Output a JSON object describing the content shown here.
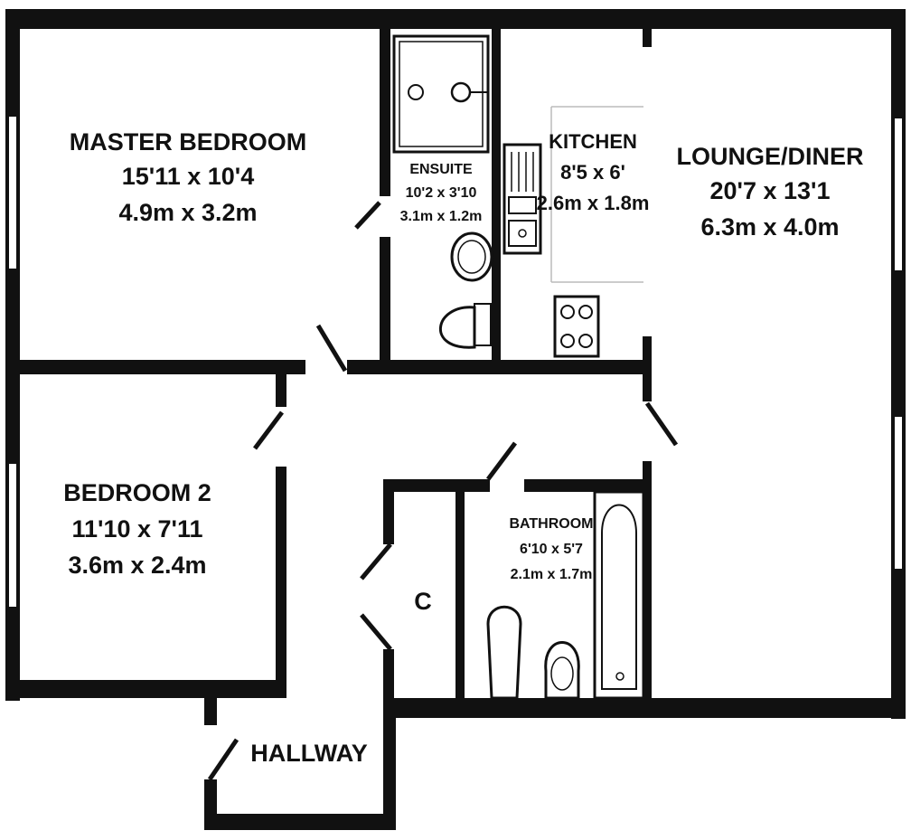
{
  "rooms": {
    "master_bedroom": {
      "name": "MASTER BEDROOM",
      "imperial": "15'11 x 10'4",
      "metric": "4.9m x 3.2m"
    },
    "ensuite": {
      "name": "ENSUITE",
      "imperial": "10'2 x 3'10",
      "metric": "3.1m x 1.2m"
    },
    "kitchen": {
      "name": "KITCHEN",
      "imperial": "8'5 x 6'",
      "metric": "2.6m x 1.8m"
    },
    "lounge": {
      "name": "LOUNGE/DINER",
      "imperial": "20'7 x 13'1",
      "metric": "6.3m x 4.0m"
    },
    "bedroom2": {
      "name": "BEDROOM 2",
      "imperial": "11'10 x 7'11",
      "metric": "3.6m x 2.4m"
    },
    "bathroom": {
      "name": "BATHROOM",
      "imperial": "6'10 x 5'7",
      "metric": "2.1m x 1.7m"
    },
    "cupboard": {
      "name": "C"
    },
    "hallway": {
      "name": "HALLWAY"
    }
  }
}
